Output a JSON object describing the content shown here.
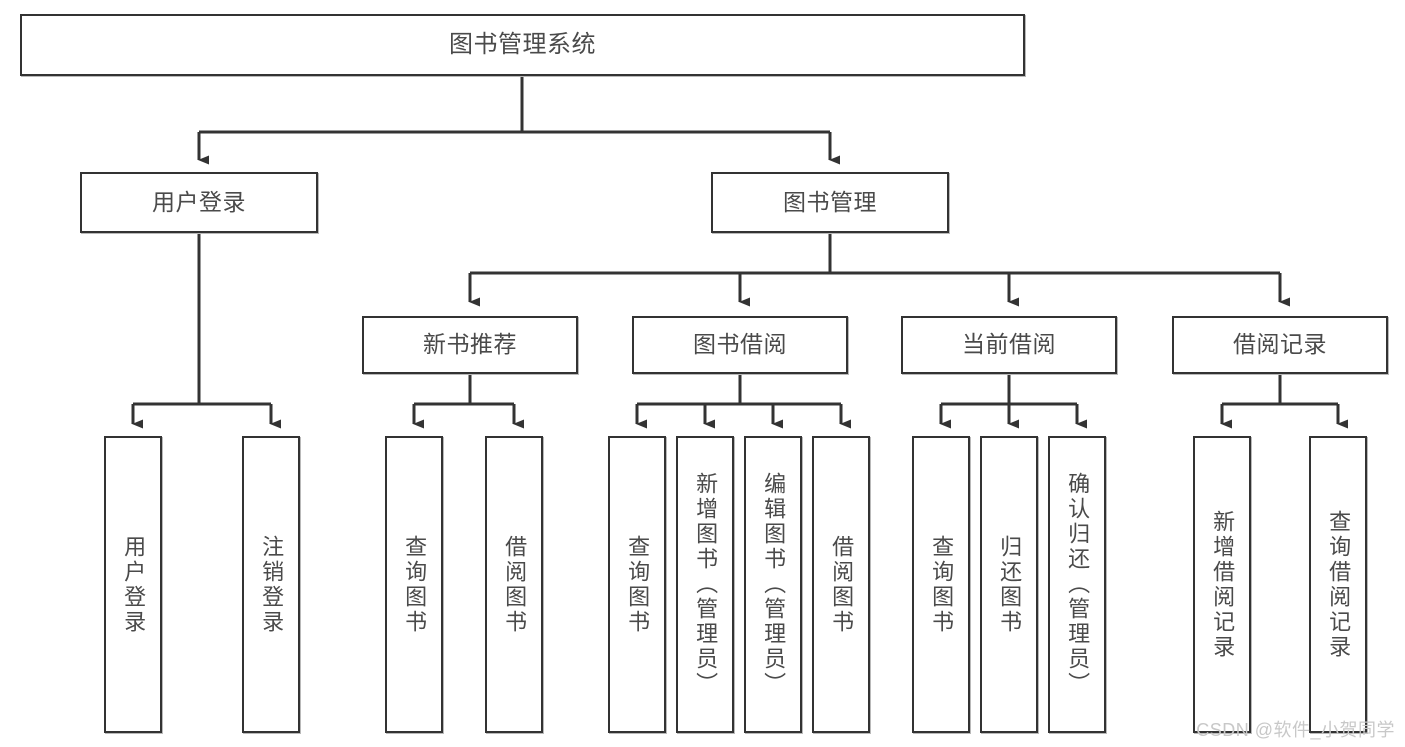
{
  "diagram": {
    "type": "tree-hierarchy",
    "title": "图书管理系统",
    "nodes": {
      "root": {
        "label": "图书管理系统",
        "level": 1,
        "orientation": "horizontal"
      },
      "login": {
        "label": "用户登录",
        "level": 2,
        "orientation": "horizontal"
      },
      "book_mgmt": {
        "label": "图书管理",
        "level": 2,
        "orientation": "horizontal"
      },
      "new_book": {
        "label": "新书推荐",
        "level": 3,
        "orientation": "horizontal"
      },
      "borrow": {
        "label": "图书借阅",
        "level": 3,
        "orientation": "horizontal"
      },
      "current_borrow": {
        "label": "当前借阅",
        "level": 3,
        "orientation": "horizontal"
      },
      "borrow_record": {
        "label": "借阅记录",
        "level": 3,
        "orientation": "horizontal"
      },
      "leaf_user_login": {
        "label": "用户登录",
        "level": 3,
        "orientation": "vertical"
      },
      "leaf_logout": {
        "label": "注销登录",
        "level": 3,
        "orientation": "vertical"
      },
      "leaf_query_book_1": {
        "label": "查询图书",
        "level": 4,
        "orientation": "vertical"
      },
      "leaf_borrow_book_1": {
        "label": "借阅图书",
        "level": 4,
        "orientation": "vertical"
      },
      "leaf_query_book_2": {
        "label": "查询图书",
        "level": 4,
        "orientation": "vertical"
      },
      "leaf_add_book": {
        "label": "新增图书（管理员）",
        "level": 4,
        "orientation": "vertical"
      },
      "leaf_edit_book": {
        "label": "编辑图书（管理员）",
        "level": 4,
        "orientation": "vertical"
      },
      "leaf_borrow_book_2": {
        "label": "借阅图书",
        "level": 4,
        "orientation": "vertical"
      },
      "leaf_query_book_3": {
        "label": "查询图书",
        "level": 4,
        "orientation": "vertical"
      },
      "leaf_return_book": {
        "label": "归还图书",
        "level": 4,
        "orientation": "vertical"
      },
      "leaf_confirm_return": {
        "label": "确认归还（管理员）",
        "level": 4,
        "orientation": "vertical"
      },
      "leaf_add_record": {
        "label": "新增借阅记录",
        "level": 4,
        "orientation": "vertical"
      },
      "leaf_query_record": {
        "label": "查询借阅记录",
        "level": 4,
        "orientation": "vertical"
      }
    },
    "edges": [
      {
        "from": "root",
        "to": "login"
      },
      {
        "from": "root",
        "to": "book_mgmt"
      },
      {
        "from": "login",
        "to": "leaf_user_login"
      },
      {
        "from": "login",
        "to": "leaf_logout"
      },
      {
        "from": "book_mgmt",
        "to": "new_book"
      },
      {
        "from": "book_mgmt",
        "to": "borrow"
      },
      {
        "from": "book_mgmt",
        "to": "current_borrow"
      },
      {
        "from": "book_mgmt",
        "to": "borrow_record"
      },
      {
        "from": "new_book",
        "to": "leaf_query_book_1"
      },
      {
        "from": "new_book",
        "to": "leaf_borrow_book_1"
      },
      {
        "from": "borrow",
        "to": "leaf_query_book_2"
      },
      {
        "from": "borrow",
        "to": "leaf_add_book"
      },
      {
        "from": "borrow",
        "to": "leaf_edit_book"
      },
      {
        "from": "borrow",
        "to": "leaf_borrow_book_2"
      },
      {
        "from": "current_borrow",
        "to": "leaf_query_book_3"
      },
      {
        "from": "current_borrow",
        "to": "leaf_return_book"
      },
      {
        "from": "current_borrow",
        "to": "leaf_confirm_return"
      },
      {
        "from": "borrow_record",
        "to": "leaf_add_record"
      },
      {
        "from": "borrow_record",
        "to": "leaf_query_record"
      }
    ],
    "colors": {
      "background": "#ffffff",
      "border": "#333333",
      "text": "#4a4a4a",
      "edge": "#333333",
      "shadow": "#b9b9b9",
      "watermark": "#c8c8c8"
    }
  },
  "watermark": {
    "text": "CSDN @软件_小贺同学"
  }
}
